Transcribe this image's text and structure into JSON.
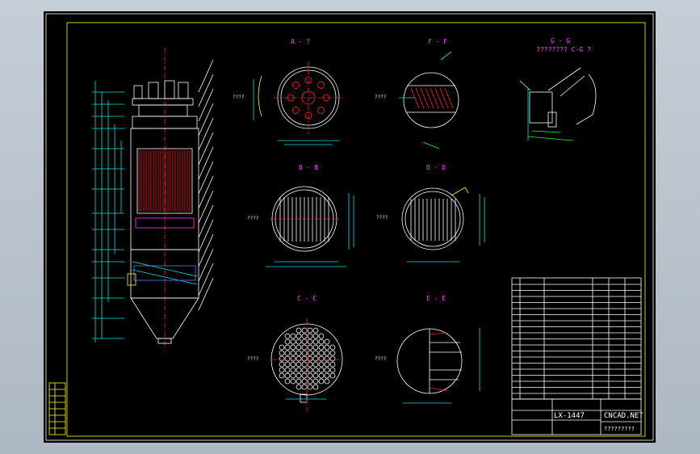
{
  "sections": {
    "aa": "A - ?",
    "ff": "F - F",
    "gg": "G - G",
    "gg_sub": "????????  C-G  ?",
    "bb": "B - B",
    "dd": "D - D",
    "cc": "C - C",
    "ee": "E - E"
  },
  "leaders": {
    "l1": "????",
    "l2": "????",
    "l3": "????",
    "l4": "????",
    "l5": "????",
    "l6": "????"
  },
  "title_block": {
    "drawing_no": "LX-1447",
    "site": "CNCAD.NET",
    "name": "?????????"
  },
  "parts_rows": [
    "????",
    "?? ??????",
    "??? ?????",
    "????",
    "????",
    "?? ???? ??",
    "????",
    "????",
    "????",
    "?? ?????",
    "????",
    "????",
    "????",
    "????",
    "????",
    "????",
    "????",
    "????",
    "????",
    "????"
  ],
  "colors": {
    "background": "#000000",
    "frame": "#ffff00",
    "lines": "#ffffff",
    "dims": "#00e0e0",
    "labels": "#ff3bff",
    "hatch": "#ff2020"
  }
}
